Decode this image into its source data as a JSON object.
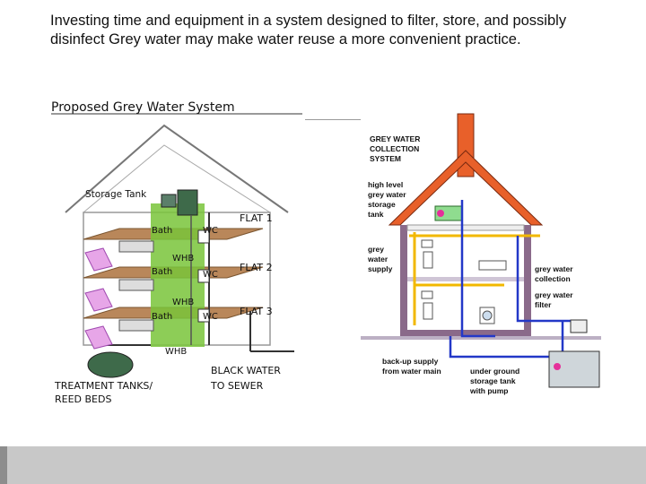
{
  "intro_text": "Investing time and equipment in a system designed to filter, store, and possibly disinfect Grey water may make water reuse a more convenient practice.",
  "left_diagram": {
    "title": "Proposed Grey Water System",
    "storage_label": "Storage Tank",
    "floors": [
      {
        "flat": "FLAT 1",
        "bath": "Bath",
        "wc": "WC",
        "whb": "WHB"
      },
      {
        "flat": "FLAT 2",
        "bath": "Bath",
        "wc": "WC",
        "whb": "WHB"
      },
      {
        "flat": "FLAT 3",
        "bath": "Bath",
        "wc": "WC",
        "whb": "WHB"
      }
    ],
    "treatment_label_1": "TREATMENT TANKS/",
    "treatment_label_2": "REED BEDS",
    "black_water_1": "BLACK WATER",
    "black_water_2": "TO SEWER"
  },
  "right_diagram": {
    "title_lines": [
      "GREY WATER",
      "COLLECTION",
      "SYSTEM"
    ],
    "high_level_lines": [
      "high level",
      "grey water",
      "storage",
      "tank"
    ],
    "grey_supply_lines": [
      "grey",
      "water",
      "supply"
    ],
    "collection_lines": [
      "grey water",
      "collection"
    ],
    "filter_lines": [
      "grey water",
      "filter"
    ],
    "backup_lines": [
      "back-up supply",
      "from water main"
    ],
    "underground_lines": [
      "under ground",
      "storage tank",
      "with pump"
    ]
  },
  "colors": {
    "grey_pipe": "#f2b800",
    "main_pipe": "#2338c8",
    "floor": "#b9875a",
    "core": "#79c43a",
    "roof_chimney": "#e8602a"
  }
}
